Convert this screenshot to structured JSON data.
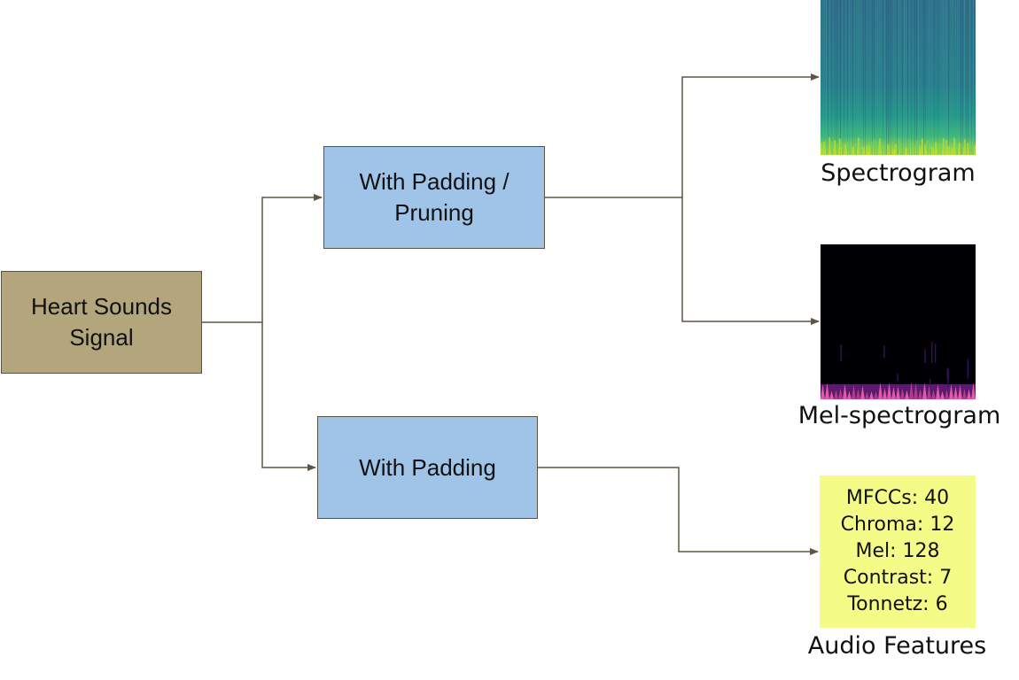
{
  "nodes": {
    "signal": {
      "lines": [
        "Heart Sounds",
        "Signal"
      ],
      "fill": "#b3a67d"
    },
    "pad_prune": {
      "lines": [
        "With Padding /",
        "Pruning"
      ],
      "fill": "#a0c4e8"
    },
    "pad": {
      "lines": [
        "With Padding"
      ],
      "fill": "#a0c4e8"
    }
  },
  "outputs": {
    "spectrogram": {
      "caption": "Spectrogram"
    },
    "melspectrogram": {
      "caption": "Mel-spectrogram"
    },
    "features": {
      "caption": "Audio Features",
      "fill": "#f4fb86",
      "items": [
        "MFCCs: 40",
        "Chroma: 12",
        "Mel: 128",
        "Contrast: 7",
        "Tonnetz: 6"
      ]
    }
  },
  "connector_color": "#5e5545"
}
